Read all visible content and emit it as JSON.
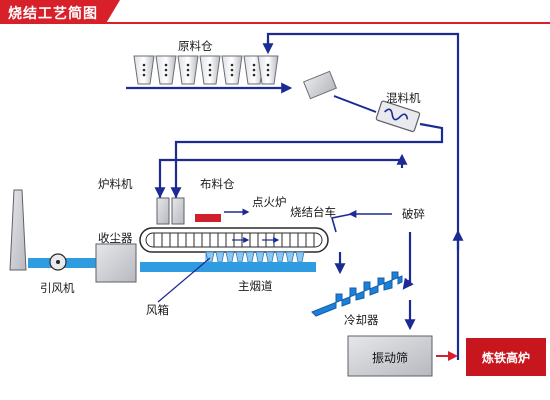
{
  "title": "烧结工艺简图",
  "labels": {
    "raw_bin": "原料仓",
    "mixer": "混料机",
    "hearth_feeder": "炉料机",
    "feed_bin": "布料仓",
    "igniter": "点火炉",
    "sinter_machine": "烧结台车",
    "dust_collector": "收尘器",
    "fan": "引风机",
    "wind_box": "风箱",
    "main_flue": "主烟道",
    "crusher": "破碎",
    "cooler": "冷却器",
    "vibrating_screen": "振动筛",
    "blast_furnace": "炼铁高炉"
  },
  "colors": {
    "flow": "#1c2a93",
    "title_red": "#d7202a",
    "furnace_red": "#c8161e",
    "igniter_red": "#d0202a",
    "pipe_blue": "#2f9be0",
    "equipment_blue": "#1e7fd6",
    "box_gray": "#c9cbd0"
  }
}
